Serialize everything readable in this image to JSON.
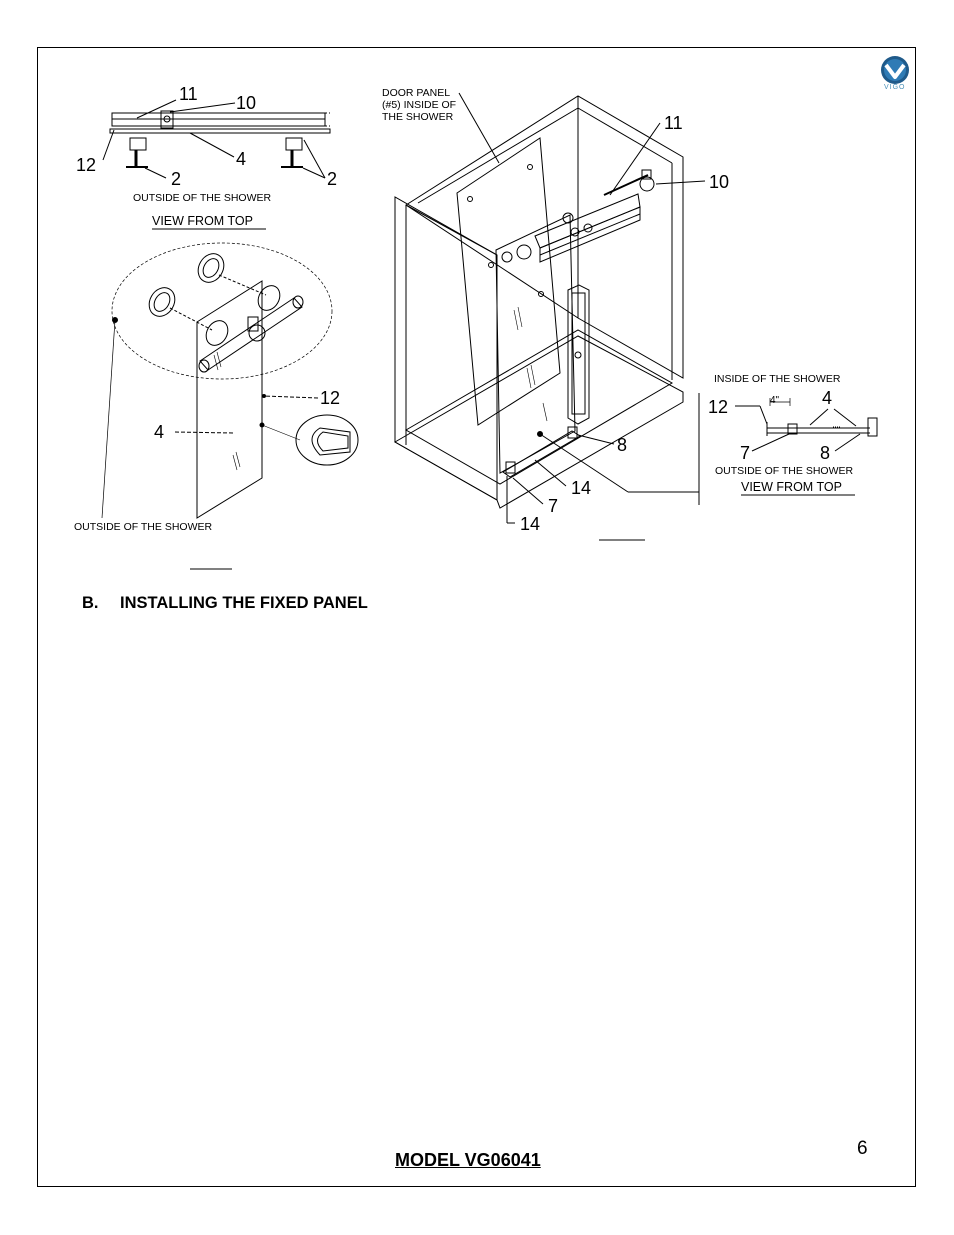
{
  "brand": {
    "logo_text": "VIGO"
  },
  "top_view_left": {
    "labels": [
      "11",
      "10",
      "4",
      "12",
      "2",
      "2"
    ],
    "outside_text": "OUTSIDE OF THE SHOWER",
    "caption": "VIEW FROM TOP"
  },
  "detail_view": {
    "labels": [
      "12",
      "4"
    ],
    "outside_text": "OUTSIDE OF THE SHOWER"
  },
  "iso_view": {
    "door_panel_note": [
      "DOOR PANEL",
      "(#5) INSIDE OF",
      "THE SHOWER"
    ],
    "labels": [
      "11",
      "10",
      "8",
      "14",
      "7",
      "14"
    ]
  },
  "top_view_right": {
    "inside_text": "INSIDE OF THE SHOWER",
    "labels": [
      "12",
      "4",
      "7",
      "8"
    ],
    "dimension": "4\"",
    "outside_text": "OUTSIDE OF THE SHOWER",
    "caption": "VIEW FROM TOP"
  },
  "section": {
    "letter": "B.",
    "title": "INSTALLING THE FIXED PANEL"
  },
  "footer": {
    "model": "MODEL VG06041",
    "page": "6"
  }
}
